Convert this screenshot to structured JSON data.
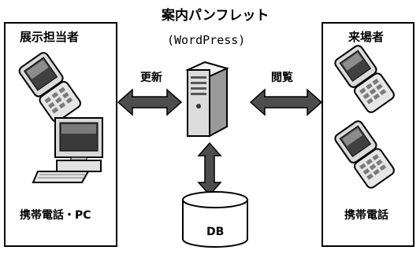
{
  "title": "案内パンフレット",
  "subtitle": "(WordPress)",
  "left_box": {
    "title": "展示担当者",
    "caption": "携帯電話・PC"
  },
  "right_box": {
    "title": "来場者",
    "caption": "携帯電話"
  },
  "arrows": {
    "left_label": "更新",
    "right_label": "閲覧"
  },
  "database": {
    "label": "DB"
  },
  "icons": {
    "server": "server-icon",
    "phone": "mobile-phone-icon",
    "computer": "desktop-computer-icon",
    "database": "database-icon"
  }
}
